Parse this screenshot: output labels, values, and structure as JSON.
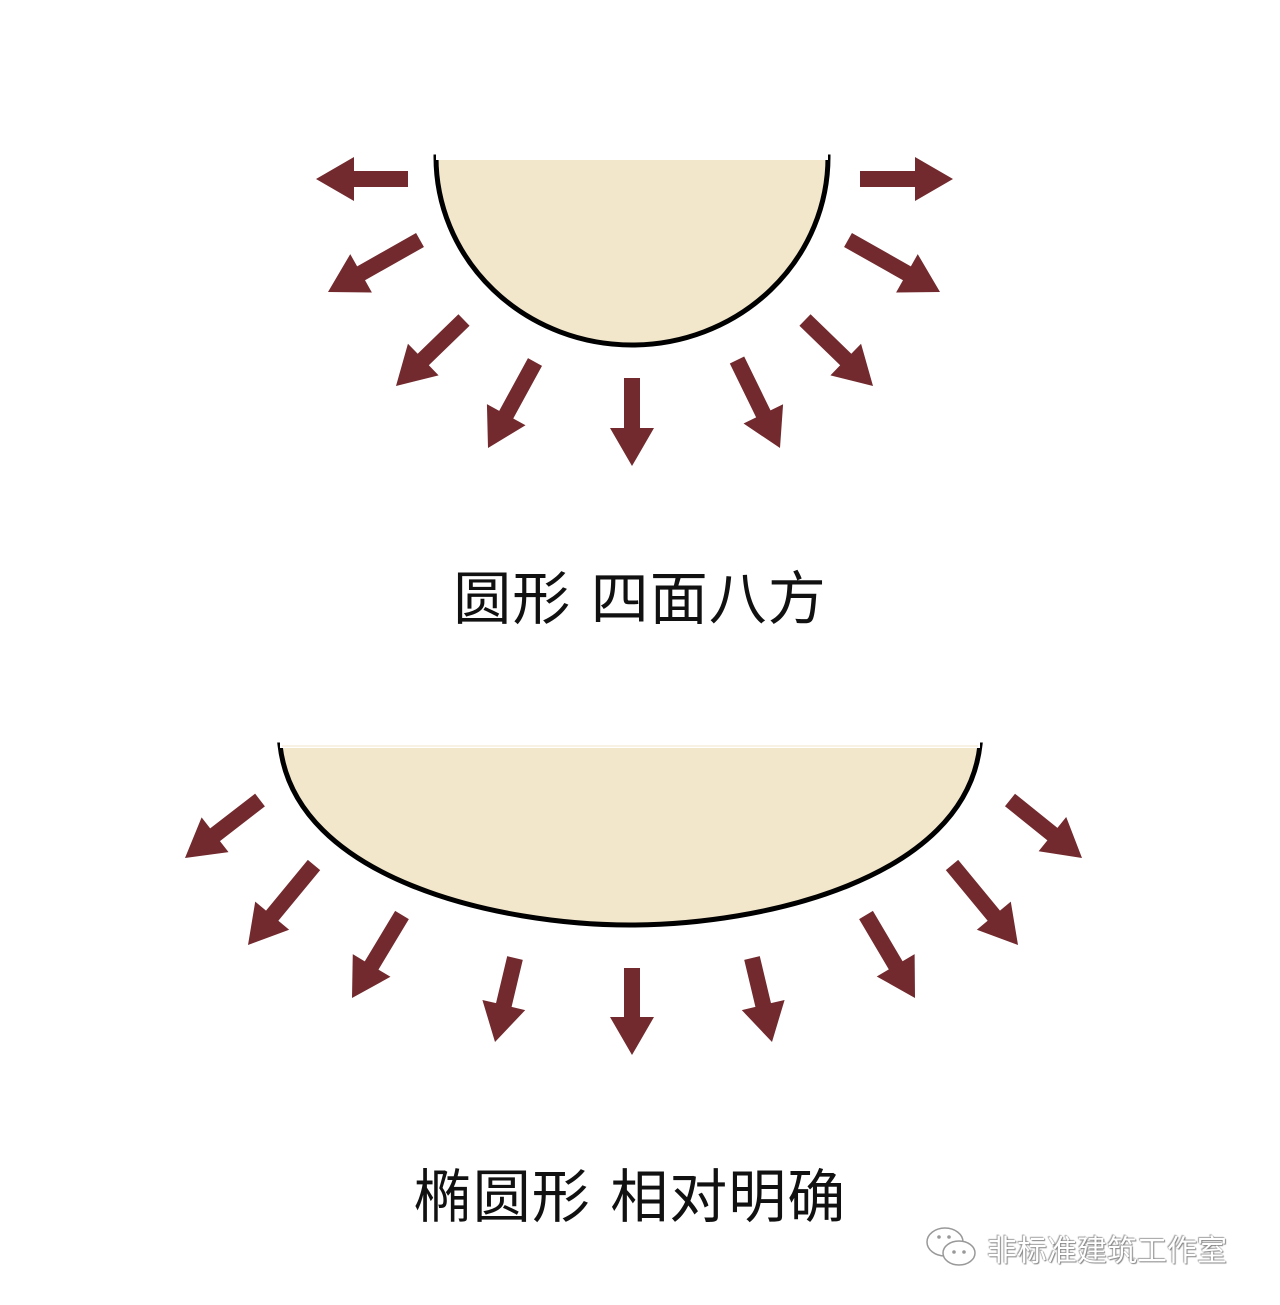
{
  "colors": {
    "arrow": "#722a2e",
    "shape_fill": "#f2e6cb",
    "outline": "#000000"
  },
  "top_section": {
    "caption": "圆形 四面八方",
    "shape": "semicircle",
    "arrow_count": 9
  },
  "bottom_section": {
    "caption": "椭圆形 相对明确",
    "shape": "semi-ellipse",
    "arrow_count": 9
  },
  "watermark": {
    "icon": "wechat-icon",
    "text": "非标准建筑工作室"
  }
}
